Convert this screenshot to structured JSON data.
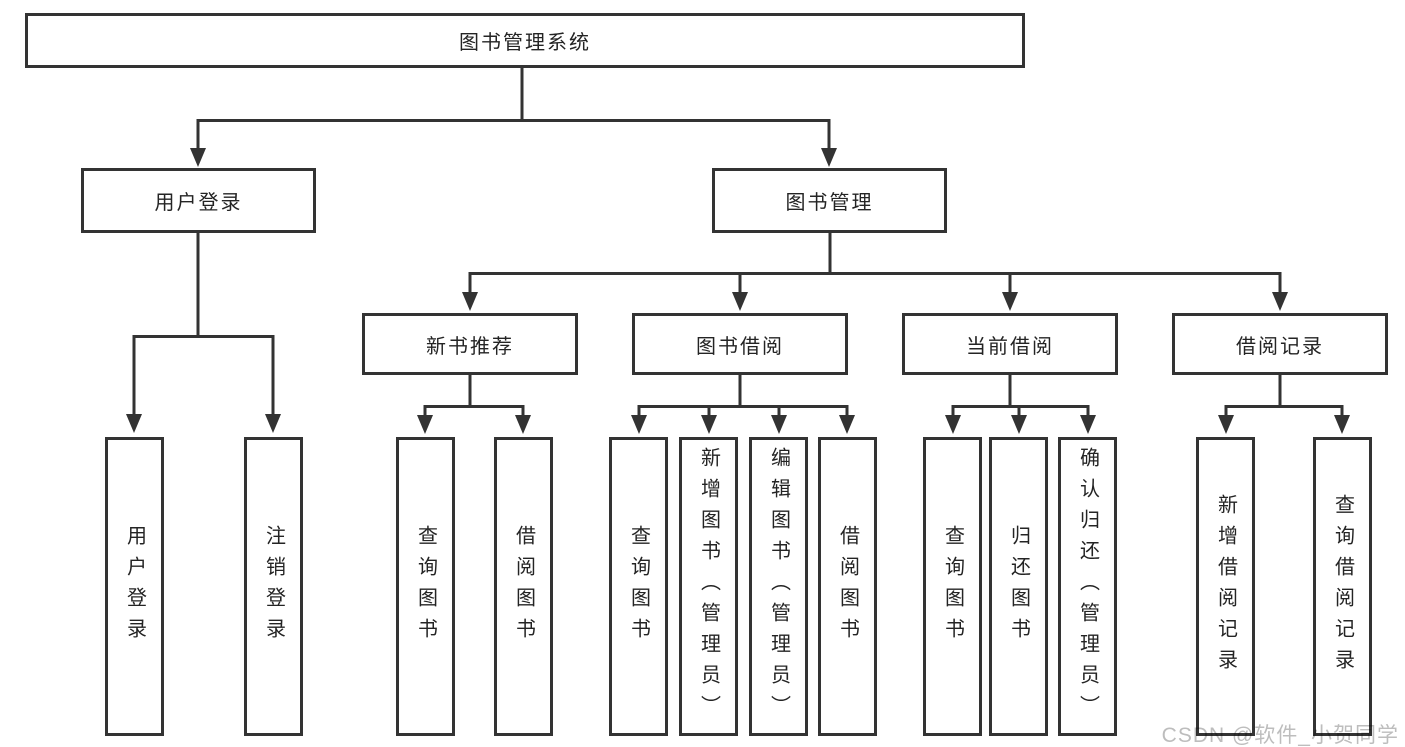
{
  "diagram": {
    "tree": {
      "label": "图书管理系统",
      "children": [
        {
          "label": "用户登录",
          "children": [
            {
              "label": "用户登录"
            },
            {
              "label": "注销登录"
            }
          ]
        },
        {
          "label": "图书管理",
          "children": [
            {
              "label": "新书推荐",
              "children": [
                {
                  "label": "查询图书"
                },
                {
                  "label": "借阅图书"
                }
              ]
            },
            {
              "label": "图书借阅",
              "children": [
                {
                  "label": "查询图书"
                },
                {
                  "label": "新增图书（管理员）"
                },
                {
                  "label": "编辑图书（管理员）"
                },
                {
                  "label": "借阅图书"
                }
              ]
            },
            {
              "label": "当前借阅",
              "children": [
                {
                  "label": "查询图书"
                },
                {
                  "label": "归还图书"
                },
                {
                  "label": "确认归还（管理员）"
                }
              ]
            },
            {
              "label": "借阅记录",
              "children": [
                {
                  "label": "新增借阅记录"
                },
                {
                  "label": "查询借阅记录"
                }
              ]
            }
          ]
        }
      ]
    },
    "colors": {
      "line": "#333333",
      "box_fill": "#ffffff",
      "text": "#242424",
      "watermark": "#bdbdbd"
    }
  },
  "watermark": {
    "text": "CSDN @软件_小贺同学"
  }
}
